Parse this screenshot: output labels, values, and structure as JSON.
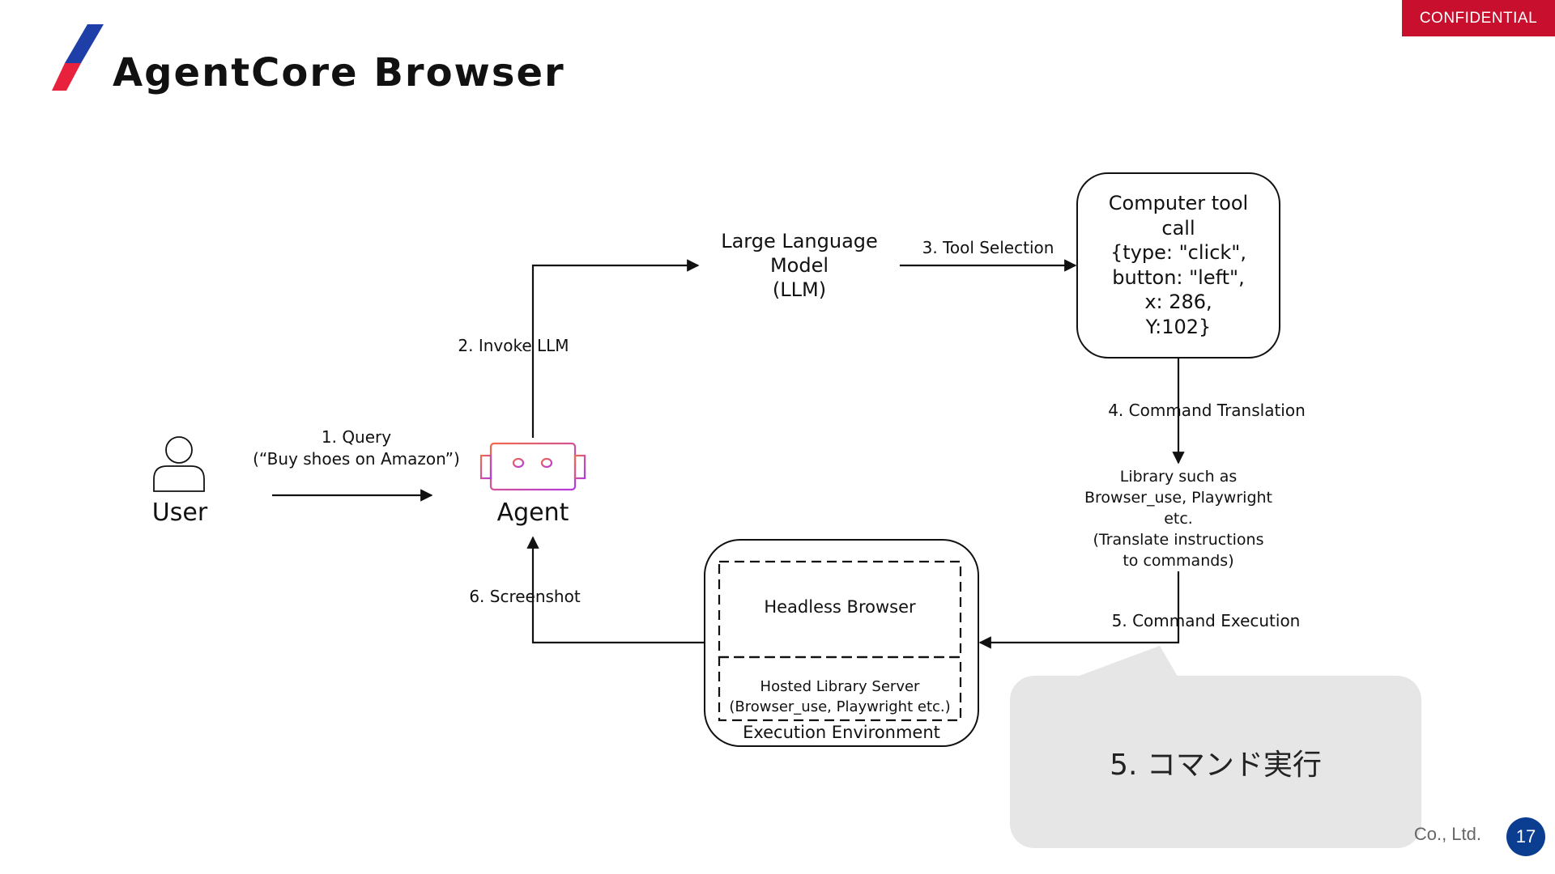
{
  "header": {
    "confidential": "CONFIDENTIAL",
    "title": "AgentCore Browser"
  },
  "nodes": {
    "user": "User",
    "agent": "Agent",
    "llm": [
      "Large Language",
      "Model",
      "(LLM)"
    ],
    "computer_tool": [
      "Computer tool",
      "call",
      "{type: \"click\",",
      "button: \"left\",",
      "x: 286,",
      "Y:102}"
    ],
    "library": [
      "Library such as",
      "Browser_use, Playwright",
      "etc.",
      "(Translate instructions",
      "to commands)"
    ],
    "headless_browser": "Headless Browser",
    "hosted_library": [
      "Hosted Library Server",
      "(Browser_use, Playwright etc.)"
    ],
    "execution_env": "Execution Environment"
  },
  "edges": {
    "query": [
      "1. Query",
      "(“Buy shoes on Amazon”)"
    ],
    "invoke_llm": "2. Invoke LLM",
    "tool_selection": "3. Tool Selection",
    "command_translation": "4. Command Translation",
    "command_execution": "5. Command Execution",
    "screenshot": "6. Screenshot"
  },
  "callout": {
    "text": "5. コマンド実行"
  },
  "footer": {
    "company": "Co., Ltd.",
    "page_number": "17"
  },
  "colors": {
    "brand_red": "#c8102e",
    "brand_blue": "#1f3fa8",
    "page_badge": "#0b3d91",
    "agent_gradient_start": "#f06a4a",
    "agent_gradient_end": "#b43ae0",
    "callout_bg": "#e6e6e6"
  }
}
